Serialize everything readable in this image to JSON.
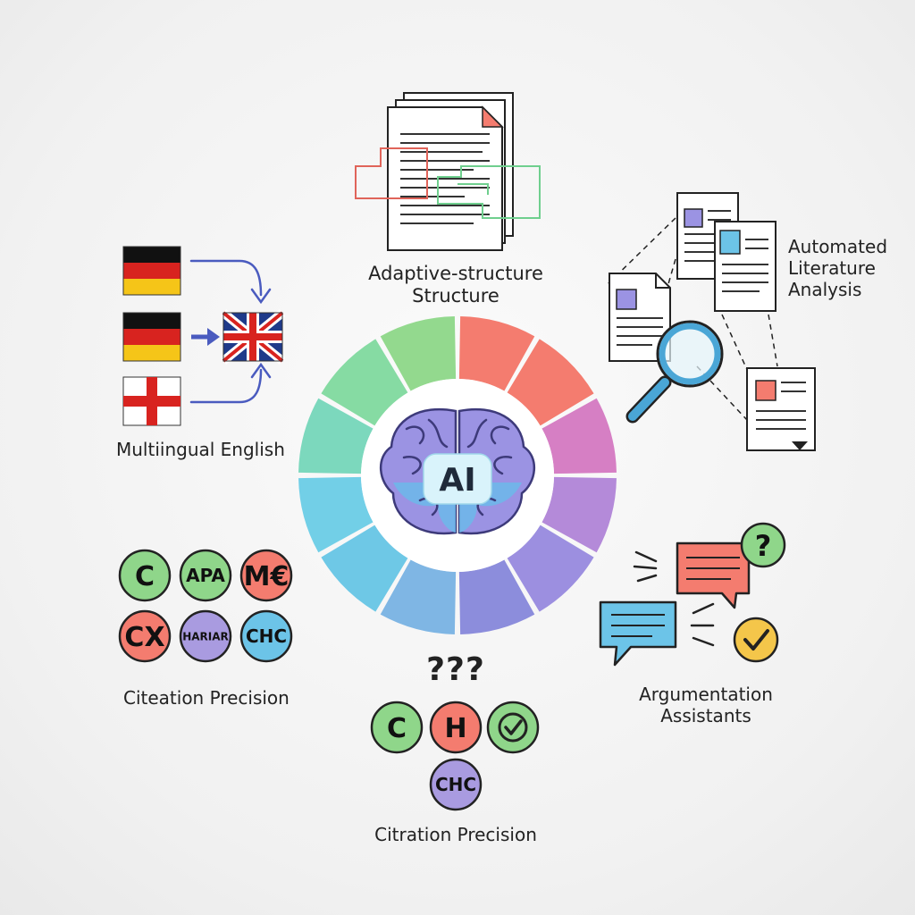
{
  "labels": {
    "adaptive_line1": "Adaptive-structure",
    "adaptive_line2": "Structure",
    "automated_line1": "Automated",
    "automated_line2": "Literature",
    "automated_line3": "Analysis",
    "multilingual": "Multiingual English",
    "citeation": "Citeation Precision",
    "argumentation_line1": "Argumentation",
    "argumentation_line2": "Assistants",
    "citration": "Citration Precision",
    "question_marks": "???"
  },
  "center": {
    "ai_text": "AI"
  },
  "wheel": {
    "segment_colors": [
      "#f47c6f",
      "#f47c6f",
      "#d67fc4",
      "#b48ad9",
      "#9c8fe0",
      "#8c8ddc",
      "#7fb6e4",
      "#6ec8e6",
      "#72cfe7",
      "#7cd8bd",
      "#86dba3",
      "#93d98e"
    ]
  },
  "citation_badges": [
    {
      "text": "C",
      "color": "#8fd68a"
    },
    {
      "text": "APA",
      "color": "#8fd68a"
    },
    {
      "text": "M€",
      "color": "#f47c6f"
    },
    {
      "text": "CX",
      "color": "#f47c6f"
    },
    {
      "text": "HARIAR",
      "color": "#a99be0"
    },
    {
      "text": "CHC",
      "color": "#6cc4e8"
    }
  ],
  "bottom_badges": [
    {
      "text": "C",
      "color": "#8fd68a"
    },
    {
      "text": "H",
      "color": "#f47c6f"
    },
    {
      "text": "CHC",
      "color": "#a99be0"
    }
  ],
  "colors": {
    "brain": "#9b93e3",
    "brain_accent": "#6cb8ea",
    "magnifier": "#4aa6d6",
    "bubble_red": "#f47c6f",
    "bubble_blue": "#6cc4e8",
    "badge_yellow": "#f4c64a",
    "badge_green": "#8fd68a"
  }
}
